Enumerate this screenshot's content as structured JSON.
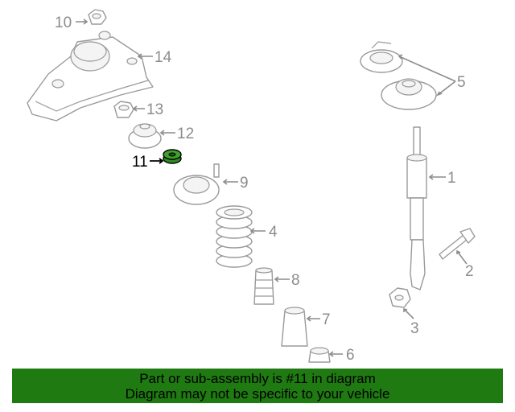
{
  "diagram": {
    "highlighted_part": "11",
    "colors": {
      "highlight_fill": "#2e8b1f",
      "banner_bg": "#1f7a12",
      "line": "#9a9a9a",
      "label": "#8c8c8c"
    },
    "callouts": [
      {
        "id": "1",
        "label": "1"
      },
      {
        "id": "2",
        "label": "2"
      },
      {
        "id": "3",
        "label": "3"
      },
      {
        "id": "4",
        "label": "4"
      },
      {
        "id": "5",
        "label": "5"
      },
      {
        "id": "6",
        "label": "6"
      },
      {
        "id": "7",
        "label": "7"
      },
      {
        "id": "8",
        "label": "8"
      },
      {
        "id": "9",
        "label": "9"
      },
      {
        "id": "10",
        "label": "10"
      },
      {
        "id": "11",
        "label": "11"
      },
      {
        "id": "12",
        "label": "12"
      },
      {
        "id": "13",
        "label": "13"
      },
      {
        "id": "14",
        "label": "14"
      }
    ]
  },
  "banner": {
    "line1": "Part or sub-assembly is #11 in diagram",
    "line2": "Diagram may not be specific to your vehicle"
  }
}
